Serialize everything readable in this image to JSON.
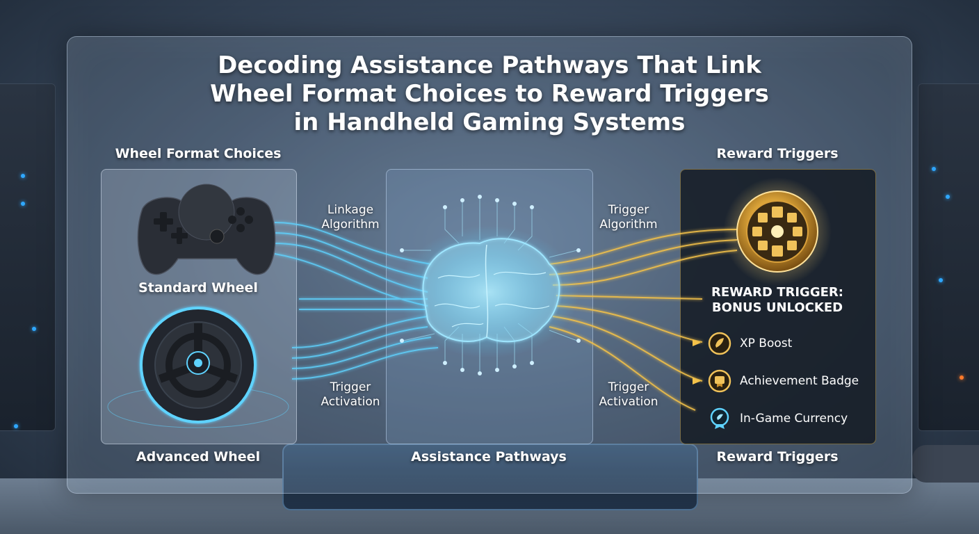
{
  "title": {
    "line1": "Decoding Assistance Pathways That Link",
    "line2": "Wheel Format Choices to Reward Triggers",
    "line3": "in Handheld Gaming Systems"
  },
  "left": {
    "header": "Wheel Format Choices",
    "standard_label": "Standard Wheel",
    "advanced_label": "Advanced Wheel"
  },
  "middle": {
    "footer": "Assistance Pathways",
    "linkage": {
      "line1": "Linkage",
      "line2": "Algorithm"
    },
    "activation": {
      "line1": "Trigger",
      "line2": "Activation"
    }
  },
  "right_links": {
    "algorithm": {
      "line1": "Trigger",
      "line2": "Algorithm"
    },
    "activation": {
      "line1": "Trigger",
      "line2": "Activation"
    }
  },
  "right": {
    "header": "Reward Triggers",
    "footer": "Reward Triggers",
    "trigger_title": {
      "line1": "REWARD TRIGGER:",
      "line2": "BONUS UNLOCKED"
    },
    "rewards": [
      {
        "label": "XP Boost",
        "icon": "xp-boost-icon"
      },
      {
        "label": "Achievement Badge",
        "icon": "achievement-badge-icon"
      },
      {
        "label": "In-Game Currency",
        "icon": "currency-icon"
      }
    ]
  },
  "colors": {
    "cyan_flow": "#5fd3ff",
    "gold_flow": "#f4c24a",
    "brain": "#8fe6ff"
  }
}
